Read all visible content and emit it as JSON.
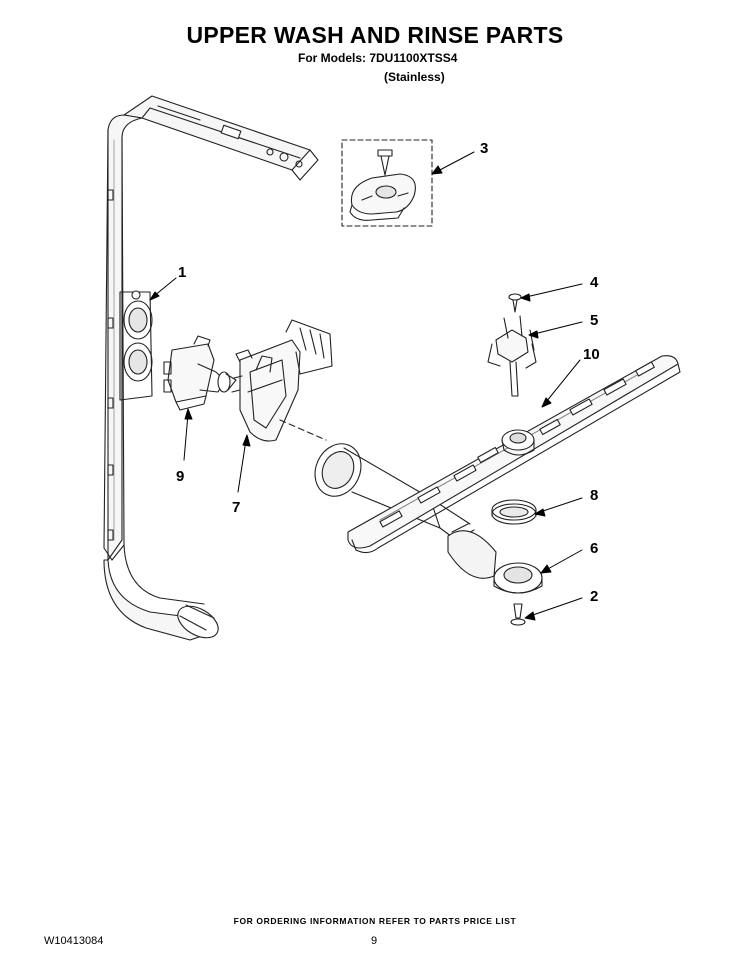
{
  "header": {
    "title": "UPPER WASH AND RINSE PARTS",
    "models": "For Models: 7DU1100XTSS4",
    "finish": "(Stainless)"
  },
  "callouts": [
    "1",
    "2",
    "3",
    "4",
    "5",
    "6",
    "7",
    "8",
    "9",
    "10"
  ],
  "footer": {
    "note": "FOR ORDERING INFORMATION REFER TO PARTS PRICE LIST",
    "doc_number": "W10413084",
    "page_number": "9"
  }
}
